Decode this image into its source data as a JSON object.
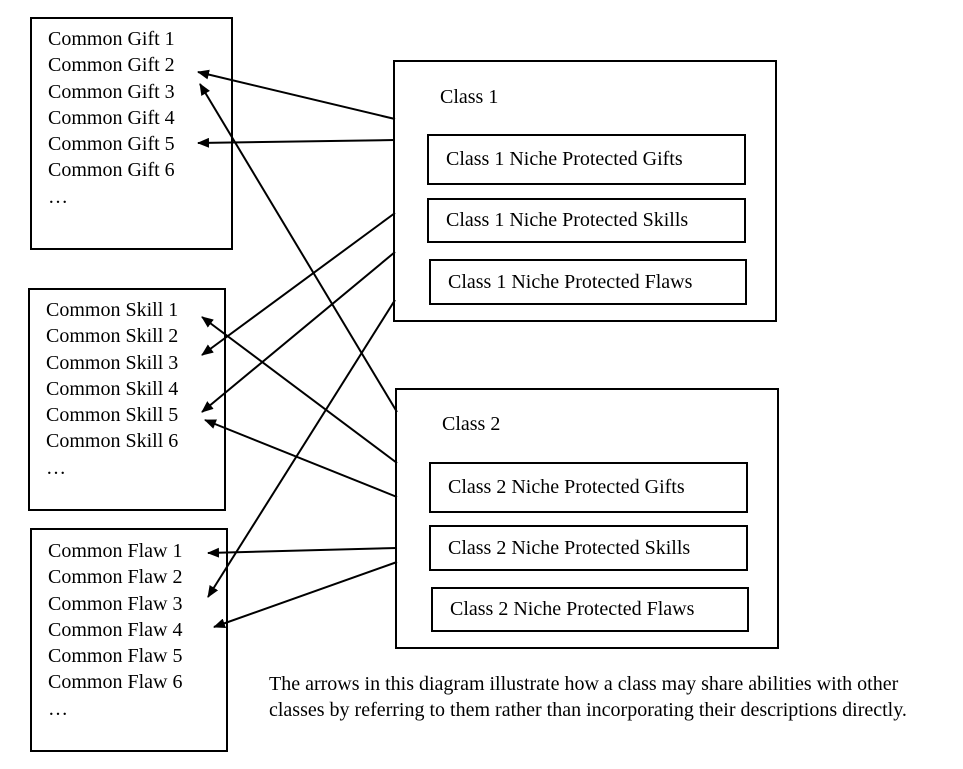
{
  "common_gifts": {
    "items": [
      "Common Gift 1",
      "Common Gift 2",
      "Common Gift 3",
      "Common Gift 4",
      "Common Gift 5",
      "Common Gift 6",
      "…"
    ]
  },
  "common_skills": {
    "items": [
      "Common Skill 1",
      "Common Skill 2",
      "Common Skill 3",
      "Common Skill 4",
      "Common Skill 5",
      "Common Skill 6",
      "…"
    ]
  },
  "common_flaws": {
    "items": [
      "Common Flaw 1",
      "Common Flaw 2",
      "Common Flaw 3",
      "Common Flaw 4",
      "Common Flaw 5",
      "Common Flaw 6",
      "…"
    ]
  },
  "classes": [
    {
      "title": "Class 1",
      "niches": [
        "Class 1 Niche Protected Gifts",
        "Class 1 Niche Protected Skills",
        "Class 1 Niche Protected Flaws"
      ]
    },
    {
      "title": "Class 2",
      "niches": [
        "Class 2 Niche Protected Gifts",
        "Class 2 Niche Protected Skills",
        "Class 2 Niche Protected Flaws"
      ]
    }
  ],
  "references": [
    {
      "from": "Class 1",
      "to": "Common Gift 2"
    },
    {
      "from": "Class 1",
      "to": "Common Gift 5"
    },
    {
      "from": "Class 1",
      "to": "Common Skill 3"
    },
    {
      "from": "Class 1",
      "to": "Common Skill 5"
    },
    {
      "from": "Class 1",
      "to": "Common Flaw 3"
    },
    {
      "from": "Class 2",
      "to": "Common Gift 3"
    },
    {
      "from": "Class 2",
      "to": "Common Skill 1"
    },
    {
      "from": "Class 2",
      "to": "Common Skill 5"
    },
    {
      "from": "Class 2",
      "to": "Common Flaw 1"
    },
    {
      "from": "Class 2",
      "to": "Common Flaw 4"
    }
  ],
  "caption": "The arrows in this diagram illustrate how a class may share abilities with other classes by referring to them rather than incorporating their descriptions directly."
}
